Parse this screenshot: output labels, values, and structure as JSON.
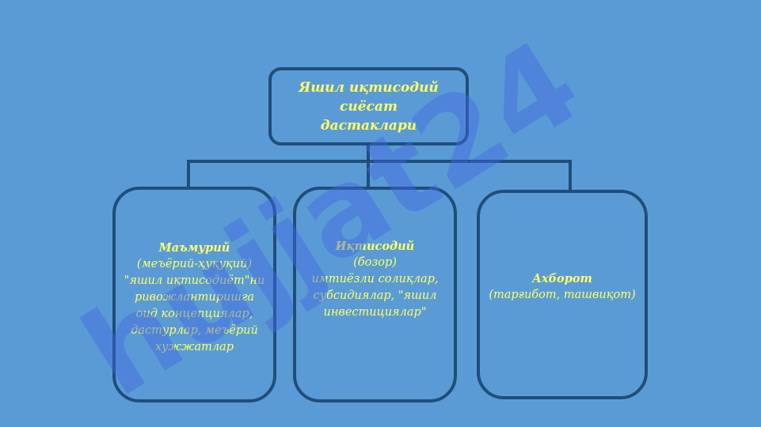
{
  "diagram": {
    "root": {
      "lines": [
        "Яшил иқтисодий сиёсат",
        "дастаклари"
      ]
    },
    "children": [
      {
        "title": "Маъмурий",
        "lines": [
          "(меъёрий-ҳуқуқий)",
          "\"яшил иқтисодиёт\"ни",
          "ривожлантиришга",
          "оид концепциялар,",
          "дастурлар, меъёрий",
          "хужжатлар"
        ]
      },
      {
        "title": "Иқтисодий",
        "lines": [
          "(бозор)",
          "имтиёзли солиқлар,",
          "субсидиялар, \"яшил",
          "инвестициялар\""
        ]
      },
      {
        "title": "Ахборот",
        "lines": [
          "(тарғибот, ташвиқот)"
        ]
      }
    ]
  },
  "watermark": {
    "text": "hujjat24",
    "color": "#4169e1"
  }
}
